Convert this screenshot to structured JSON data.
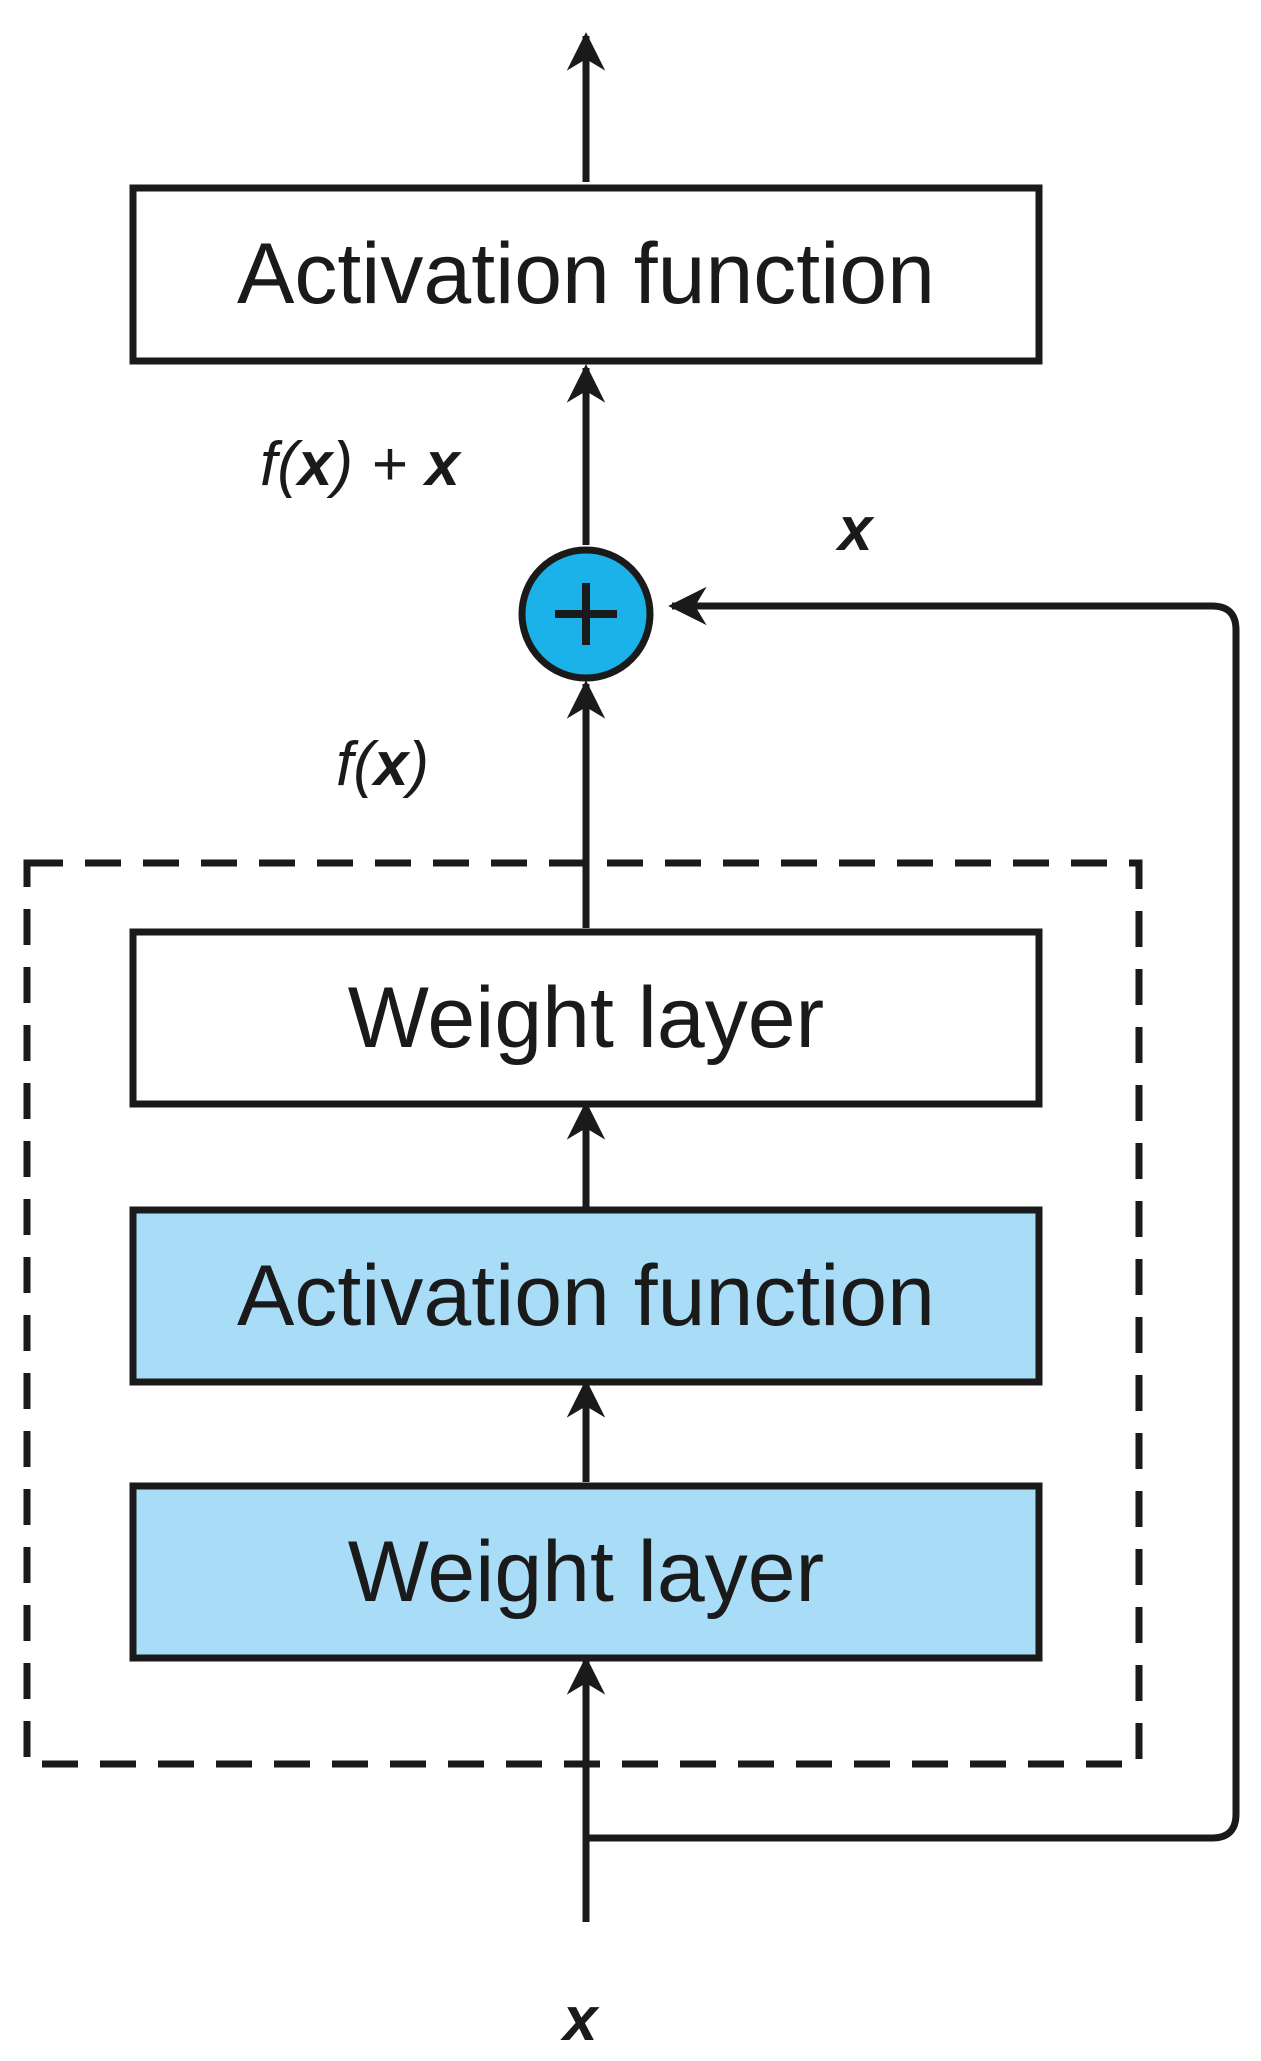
{
  "diagram": {
    "boxes": {
      "top_activation": {
        "label": "Activation function"
      },
      "weight_layer_1": {
        "label": "Weight layer"
      },
      "activation_inner": {
        "label": "Activation function"
      },
      "weight_layer_2": {
        "label": "Weight layer"
      }
    },
    "labels": {
      "sum_f": "f(",
      "sum_x1": "x",
      "sum_close": ")",
      "sum_plus": "+",
      "sum_x2": "x",
      "fx_f": "f(",
      "fx_x": "x",
      "fx_close": ")",
      "skip_x": "x",
      "input_x": "x"
    },
    "add_node": {
      "symbol": "+"
    },
    "colors": {
      "stroke": "#1a1a1a",
      "box_plain": "#ffffff",
      "box_highlight": "#a8dcf7",
      "add_node_fill": "#1ab2e8"
    }
  }
}
